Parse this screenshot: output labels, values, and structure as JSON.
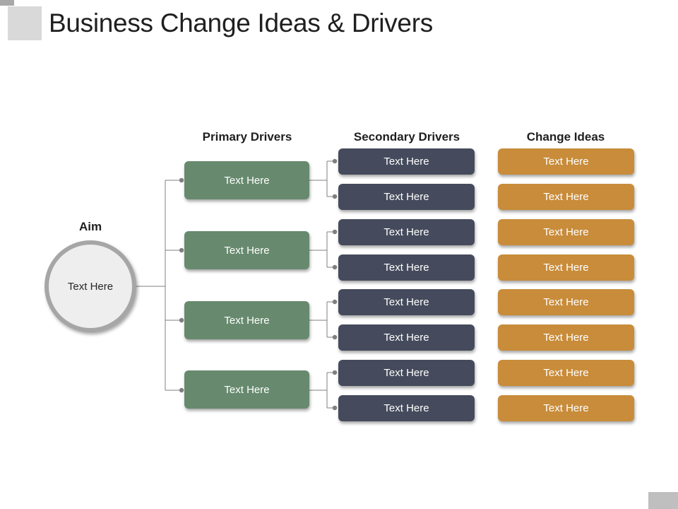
{
  "title": "Business Change Ideas & Drivers",
  "columns": {
    "aim": "Aim",
    "primary": "Primary Drivers",
    "secondary": "Secondary Drivers",
    "ideas": "Change Ideas"
  },
  "aim_text": "Text Here",
  "primary_drivers": [
    "Text Here",
    "Text Here",
    "Text Here",
    "Text Here"
  ],
  "secondary_drivers": [
    "Text Here",
    "Text Here",
    "Text Here",
    "Text Here",
    "Text Here",
    "Text Here",
    "Text Here",
    "Text Here"
  ],
  "change_ideas": [
    "Text Here",
    "Text Here",
    "Text Here",
    "Text Here",
    "Text Here",
    "Text Here",
    "Text Here",
    "Text Here"
  ],
  "colors": {
    "primary": "#678a6e",
    "secondary": "#454b5c",
    "ideas": "#c88c3a",
    "connector": "#7f7f7f"
  }
}
